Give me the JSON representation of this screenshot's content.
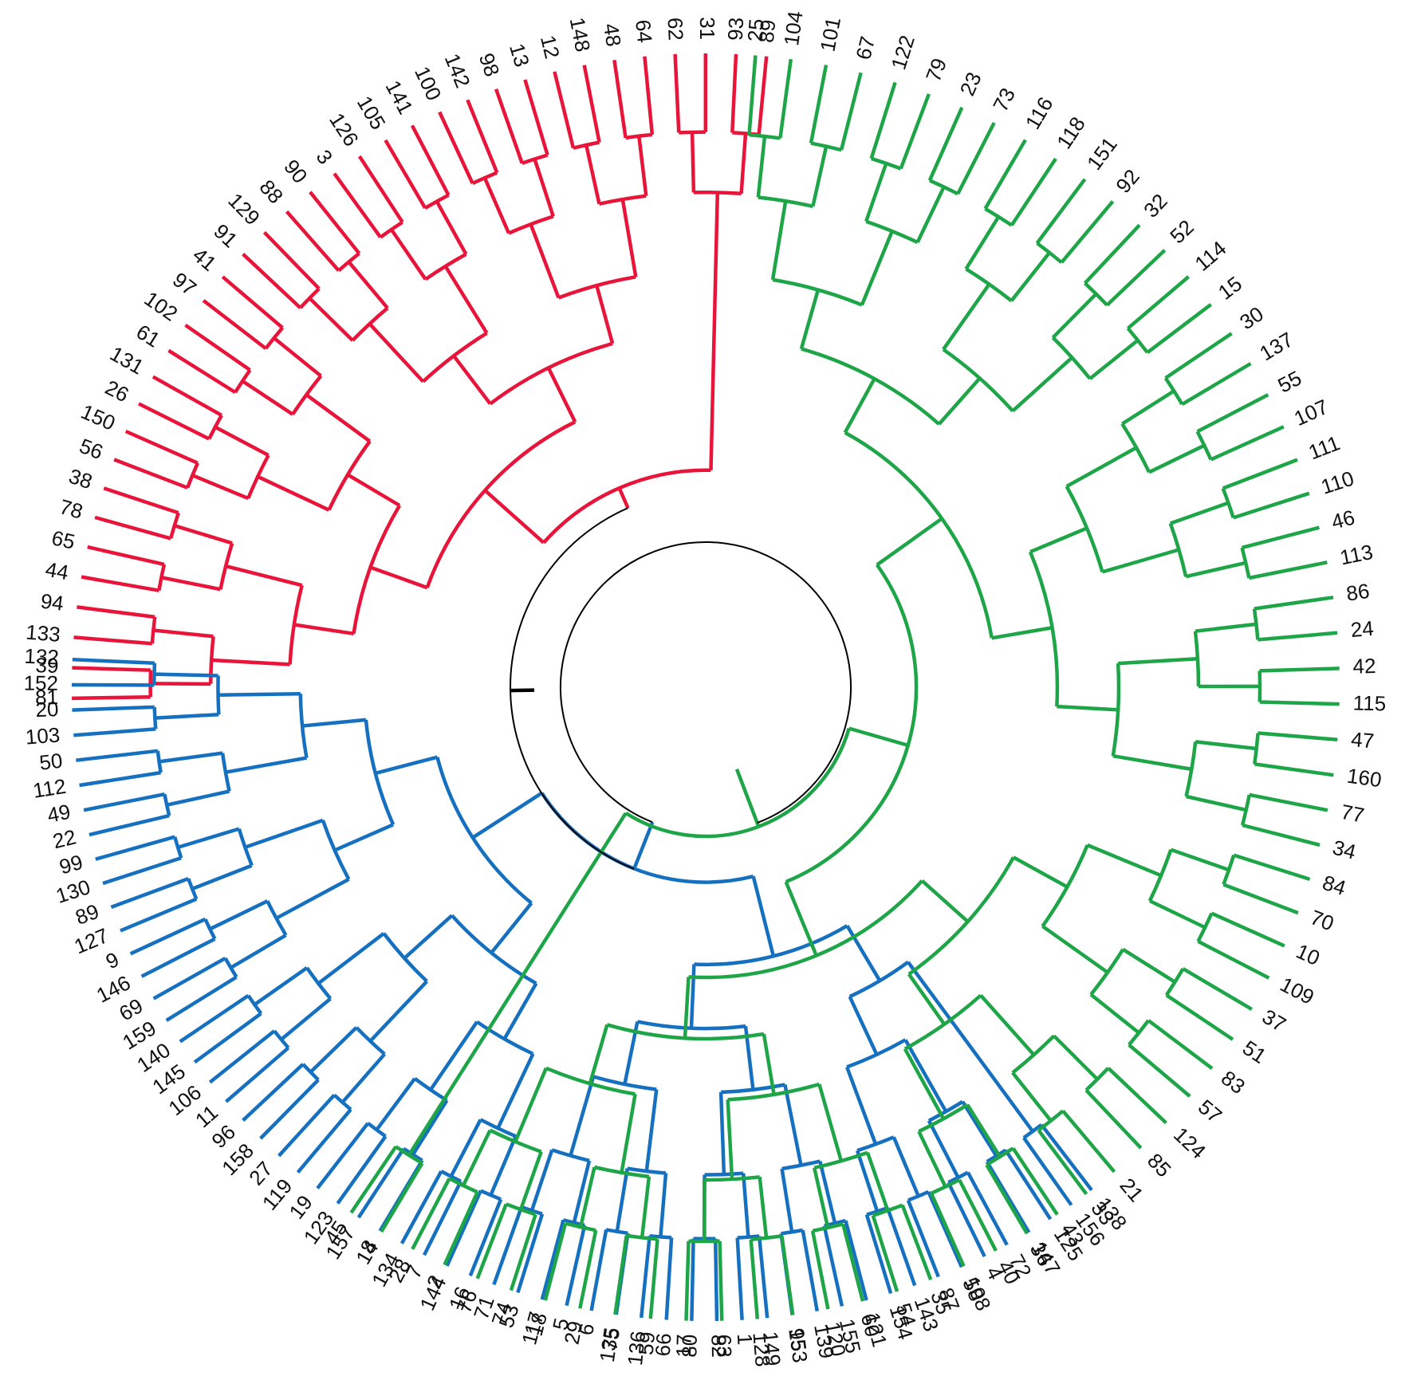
{
  "diagram": {
    "type": "circular-dendrogram",
    "root_color": "#000000",
    "clusters": [
      {
        "id": "red",
        "color": "#e8143a",
        "leaves": [
          "81",
          "39",
          "133",
          "94",
          "44",
          "65",
          "78",
          "38",
          "56",
          "150",
          "26",
          "131",
          "61",
          "102",
          "97",
          "41",
          "91",
          "129",
          "88",
          "90",
          "3",
          "126",
          "105",
          "141",
          "100",
          "142",
          "98",
          "13",
          "12",
          "148",
          "48",
          "64",
          "62",
          "31",
          "93",
          "89"
        ]
      },
      {
        "id": "blue",
        "color": "#1670c0",
        "leaves": [
          "132",
          "152",
          "20",
          "103",
          "50",
          "112",
          "49",
          "22",
          "99",
          "130",
          "89",
          "127",
          "9",
          "146",
          "69",
          "159",
          "140",
          "145",
          "106",
          "11",
          "96",
          "158",
          "27",
          "119",
          "19",
          "123",
          "157",
          "8",
          "134",
          "7",
          "144",
          "16",
          "71",
          "53",
          "117",
          "5",
          "6",
          "75",
          "136",
          "66",
          "80",
          "82",
          "1",
          "149",
          "153",
          "139",
          "155",
          "121",
          "154",
          "143",
          "87",
          "58",
          "4",
          "72",
          "147",
          "125",
          "156",
          "138"
        ]
      },
      {
        "id": "green",
        "color": "#1ea548",
        "leaves": [
          "25",
          "104",
          "101",
          "67",
          "122",
          "79",
          "23",
          "73",
          "116",
          "118",
          "151",
          "92",
          "32",
          "52",
          "114",
          "15",
          "30",
          "137",
          "55",
          "107",
          "111",
          "110",
          "46",
          "113",
          "86",
          "24",
          "42",
          "115",
          "47",
          "160",
          "77",
          "34",
          "84",
          "70",
          "10",
          "109",
          "37",
          "51",
          "83",
          "57",
          "124",
          "85",
          "21",
          "33",
          "43",
          "36",
          "40",
          "108",
          "35",
          "54",
          "60",
          "120",
          "95",
          "128",
          "63",
          "17",
          "59",
          "135",
          "29",
          "18",
          "74",
          "76",
          "2",
          "28",
          "14",
          "45"
        ]
      }
    ]
  }
}
